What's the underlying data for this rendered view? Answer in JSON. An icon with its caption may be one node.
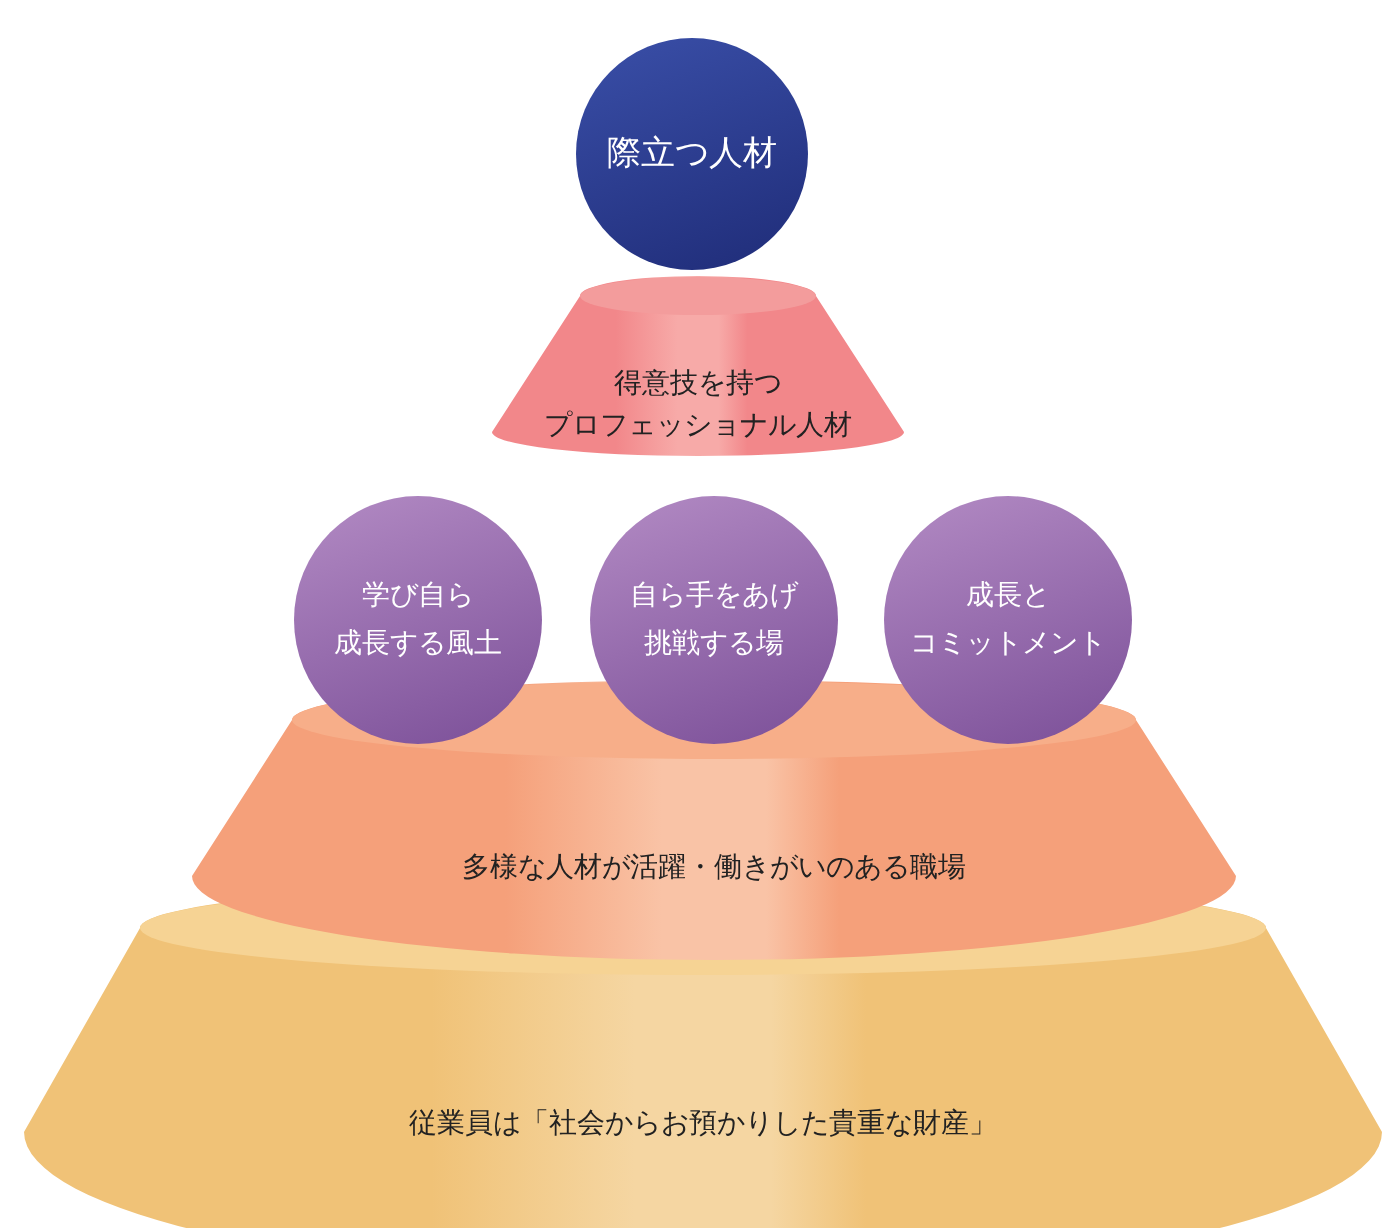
{
  "diagram": {
    "nodes": [
      {
        "text": [
          "際立つ人材"
        ]
      },
      {
        "text": [
          "得意技を持つプロフェッショナル人材"
        ]
      },
      {
        "text": [
          "学び自ら成長する風土"
        ]
      },
      {
        "text": [
          "自ら手をあげ挑戦する場"
        ]
      },
      {
        "text": [
          "成長とコミットメント"
        ]
      },
      {
        "text": [
          "多様な人材が活躍・働きがいのある職場"
        ]
      },
      {
        "text": [
          "従業員は「社会からお預かりした貴重な財産」"
        ]
      }
    ]
  }
}
